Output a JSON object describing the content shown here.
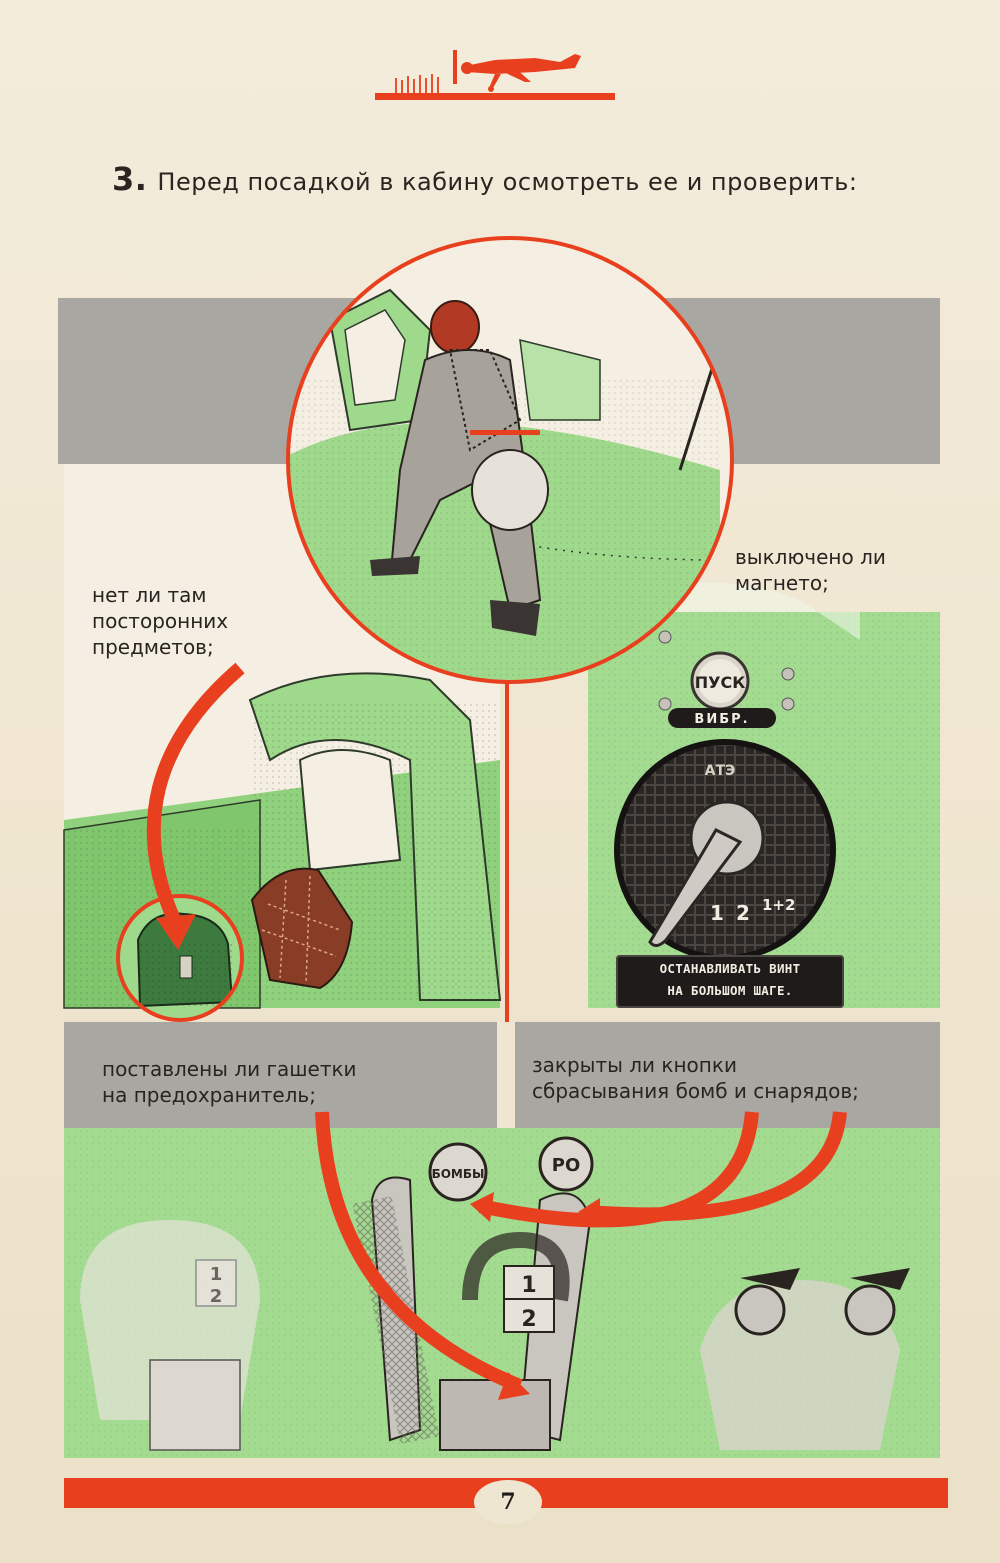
{
  "heading": {
    "number": "3.",
    "text": "Перед посадкой в кабину осмотреть ее и проверить:"
  },
  "labels": {
    "foreign_objects": "нет ли там\nпосторонних\nпредметов;",
    "magneto": "выключено ли\nмагнето;",
    "safety_catch": "поставлены ли гашетки\nна предохранитель;",
    "bomb_buttons": "закрыты ли кнопки\nсбрасывания бомб и снарядов;"
  },
  "magneto_panel": {
    "start_button": "ПУСК",
    "vibrator_label": "ВИБР.",
    "maker_mark": "АТЭ",
    "positions": [
      "1",
      "2",
      "1+2"
    ],
    "instruction_line1": "ОСТАНАВЛИВАТЬ ВИНТ",
    "instruction_line2": "НА БОЛЬШОМ ШАГЕ."
  },
  "control_stick": {
    "button_left": "БОМБЫ",
    "button_right": "РО",
    "switch_top": "1",
    "switch_bottom": "2"
  },
  "page_number": "7",
  "colors": {
    "accent_red": "#e8401e",
    "panel_green": "#9fd98c",
    "band_gray": "#a9a7a1",
    "paper": "#efe6d2"
  }
}
